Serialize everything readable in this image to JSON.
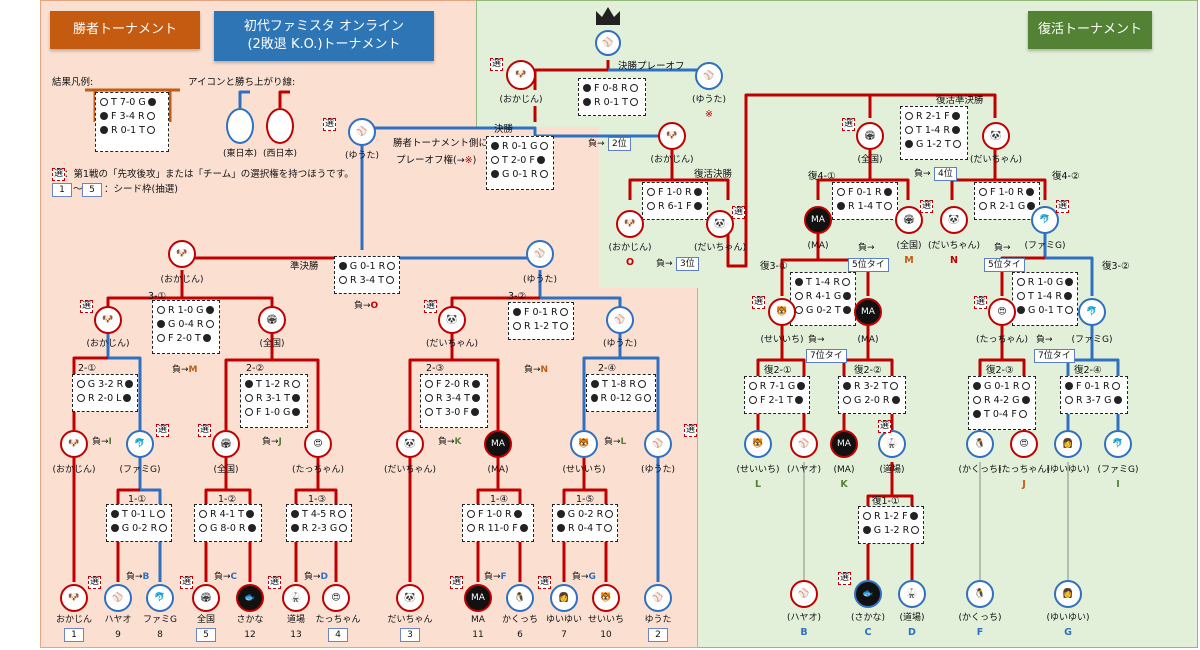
{
  "headers": {
    "winners": "勝者トーナメント",
    "title_line1": "初代ファミスタ オンライン",
    "title_line2": "(2敗退 K.O.)トーナメント",
    "revival": "復活トーナメント"
  },
  "legend": {
    "result_title": "結果凡例:",
    "result_rows": [
      "T 7-0 G",
      "F 3-4 R",
      "R 0-1 T"
    ],
    "icon_title": "アイコンと勝ち上がり線:",
    "east": "(東日本)",
    "west": "(西日本)",
    "sel_mark": "選",
    "sel_desc": "：第1戦の「先攻後攻」または「チーム」の選択権を持つほうです。",
    "seed_1": "1",
    "seed_wave": "～",
    "seed_5": "5",
    "seed_desc": "：シード枠(抽選)"
  },
  "winners_note": {
    "line1": "勝者トーナメント側に",
    "line2": "プレーオフ権(→",
    "mark": "※",
    "close": ")"
  },
  "labels": {
    "final_playoff": "決勝プレーオフ",
    "final": "決勝",
    "revival_final": "復活決勝",
    "revival_semi": "復活準決勝",
    "semi": "準決勝",
    "r3_1": "3-①",
    "r3_2": "3-②",
    "r2_1": "2-①",
    "r2_2": "2-②",
    "r2_3": "2-③",
    "r2_4": "2-④",
    "r1_1": "1-①",
    "r1_2": "1-②",
    "r1_3": "1-③",
    "r1_4": "1-④",
    "r1_5": "1-⑤",
    "f4_1": "復4-①",
    "f4_2": "復4-②",
    "f3_1": "復3-①",
    "f3_2": "復3-②",
    "f2_1": "復2-①",
    "f2_2": "復2-②",
    "f2_3": "復2-③",
    "f2_4": "復2-④",
    "f1_1": "復1-①"
  },
  "players": {
    "okajin": "おかじん",
    "yuta": "ゆうた",
    "zenkoku": "全国",
    "daichan": "だいちゃん",
    "famig": "ファミG",
    "ma": "MA",
    "seiichi": "せいいち",
    "hayao": "ハヤオ",
    "tacchan": "たっちゃん",
    "dojo": "道場",
    "kakucchi": "かくっち",
    "yuiyui": "ゆいゆい",
    "sakana": "さかな"
  },
  "bottom_row": [
    {
      "name": "おかじん",
      "seed": "1"
    },
    {
      "name": "ハヤオ",
      "num": "9"
    },
    {
      "name": "ファミG",
      "num": "8"
    },
    {
      "name": "全国",
      "seed": "5"
    },
    {
      "name": "さかな",
      "num": "12"
    },
    {
      "name": "道場",
      "num": "13"
    },
    {
      "name": "たっちゃん",
      "seed": "4"
    },
    {
      "name": "だいちゃん",
      "seed": "3"
    },
    {
      "name": "MA",
      "num": "11"
    },
    {
      "name": "かくっち",
      "num": "6"
    },
    {
      "name": "ゆいゆい",
      "num": "7"
    },
    {
      "name": "せいいち",
      "num": "10"
    },
    {
      "name": "ゆうた",
      "seed": "2"
    }
  ],
  "results": {
    "playoff": [
      "F 0-8 R",
      "R 0-1 T"
    ],
    "final": [
      "R 0-1 G",
      "T 2-0 F",
      "G 0-1 R"
    ],
    "revival_final": [
      "F 1-0 R",
      "R 6-1 F"
    ],
    "revival_semi": [
      "R 2-1 F",
      "T 1-4 R",
      "G 1-2 T"
    ],
    "f4_1": [
      "F 0-1 R",
      "R 1-4 T"
    ],
    "f4_2": [
      "F 1-0 R",
      "R 2-1 G"
    ],
    "semi": [
      "G 0-1 R",
      "R 3-4 T"
    ],
    "r3_1": [
      "R 1-0 G",
      "G 0-4 R",
      "F 2-0 T"
    ],
    "r3_2": [
      "F 0-1 R",
      "R 1-2 T"
    ],
    "f3_1": [
      "T 1-4 R",
      "R 4-1 G",
      "G 0-2 T"
    ],
    "f3_2": [
      "R 1-0 G",
      "T 1-4 R",
      "G 0-1 T"
    ],
    "r2_1": [
      "G 3-2 R",
      "R 2-0 L"
    ],
    "r2_2": [
      "T 1-2 R",
      "R 3-1 T",
      "F 1-0 G"
    ],
    "r2_3": [
      "F 2-0 R",
      "R 3-4 T",
      "T 3-0 F"
    ],
    "r2_4": [
      "T 1-8 R",
      "R 0-12 G"
    ],
    "f2_1": [
      "R 7-1 G",
      "F 2-1 T"
    ],
    "f2_2": [
      "R 3-2 T",
      "G 2-0 R"
    ],
    "f2_3": [
      "G 0-1 R",
      "R 4-2 G",
      "T 0-4 F"
    ],
    "f2_4": [
      "F 0-1 R",
      "R 3-7 G"
    ],
    "r1_1": [
      "T 0-1 L",
      "G 0-2 R"
    ],
    "r1_2": [
      "R 4-1 T",
      "G 8-0 R"
    ],
    "r1_3": [
      "T 4-5 R",
      "R 2-3 G"
    ],
    "r1_4": [
      "F 1-0 R",
      "R 11-0 F"
    ],
    "r1_5": [
      "G 0-2 R",
      "R 0-4 T"
    ],
    "f1_1": [
      "R 1-2 F",
      "G 1-2 R"
    ]
  },
  "losers": {
    "lose": "負→",
    "rank2": "2位",
    "rank3": "3位",
    "rank4": "4位",
    "rank5": "5位タイ",
    "rank7": "7位タイ",
    "O": "O",
    "M": "M",
    "N": "N",
    "I": "I",
    "J": "J",
    "K": "K",
    "L": "L",
    "B": "B",
    "C": "C",
    "D": "D",
    "F": "F",
    "G": "G",
    "note_mark": "※"
  },
  "colors": {
    "left_bg": "#fbe0d2",
    "right_bg": "#e2efd9",
    "winners_hdr": "#c55a11",
    "title_hdr": "#2e75b6",
    "revival_hdr": "#548235",
    "red_line": "#c00000",
    "blue_line": "#3070c0"
  }
}
